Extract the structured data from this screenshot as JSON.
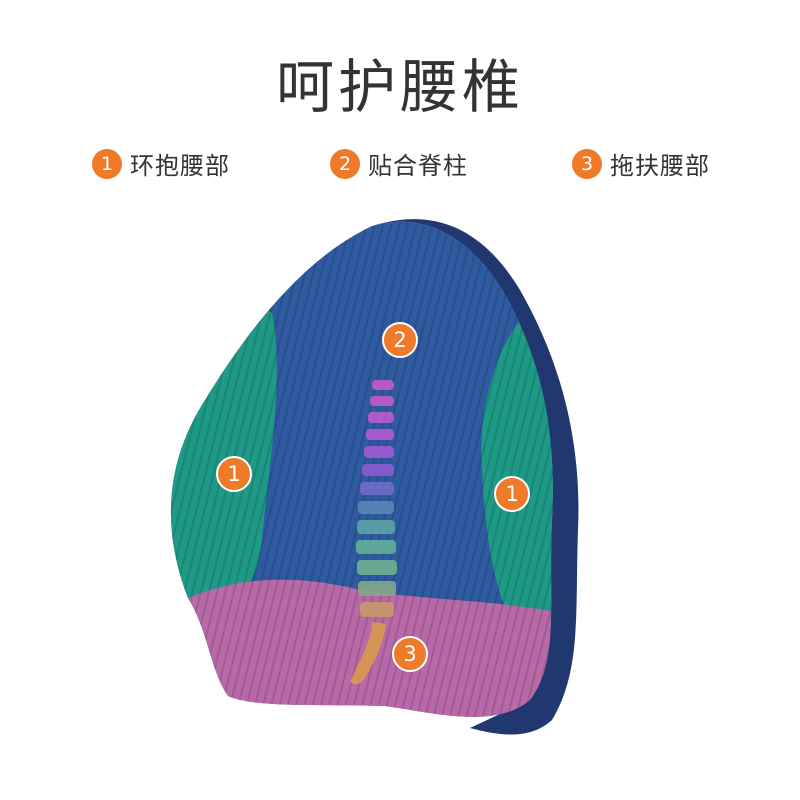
{
  "title": "呵护腰椎",
  "features": [
    {
      "number": "1",
      "label": "环抱腰部"
    },
    {
      "number": "2",
      "label": "贴合脊柱"
    },
    {
      "number": "3",
      "label": "拖扶腰部"
    }
  ],
  "markers": [
    {
      "number": "2",
      "zone": "spine"
    },
    {
      "number": "1",
      "zone": "left-wing"
    },
    {
      "number": "1",
      "zone": "right-wing"
    },
    {
      "number": "3",
      "zone": "lower-support"
    }
  ],
  "colors": {
    "accent": "#ee7a2a",
    "cushion_blue": "#2e5aa0",
    "cushion_green": "#1f9a86",
    "cushion_pink": "#b86aa8",
    "edge_navy": "#20376f"
  }
}
